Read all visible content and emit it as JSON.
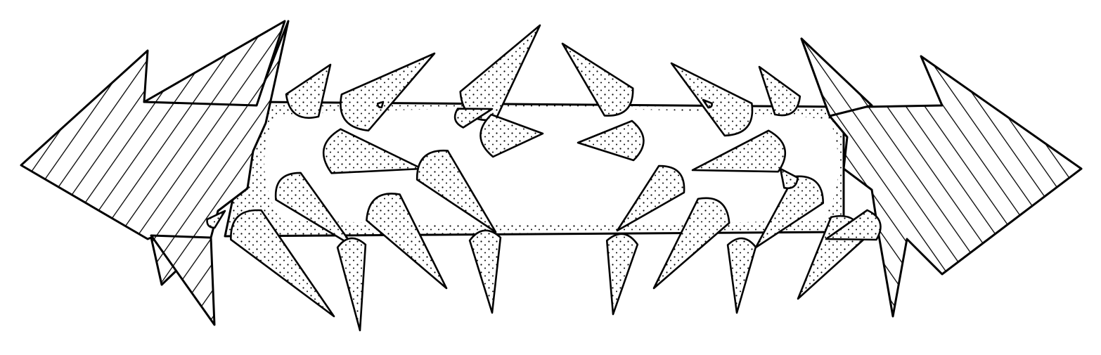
{
  "figure": {
    "background": "#ffffff",
    "ink": "#000000",
    "left_arrow": {
      "fill": "diagonal-hatch"
    },
    "right_arrow": {
      "fill": "diagonal-hatch"
    },
    "band": {
      "fill": "stipple-dots"
    },
    "spikes": {
      "fill": "stipple-dots",
      "count": 28
    }
  }
}
